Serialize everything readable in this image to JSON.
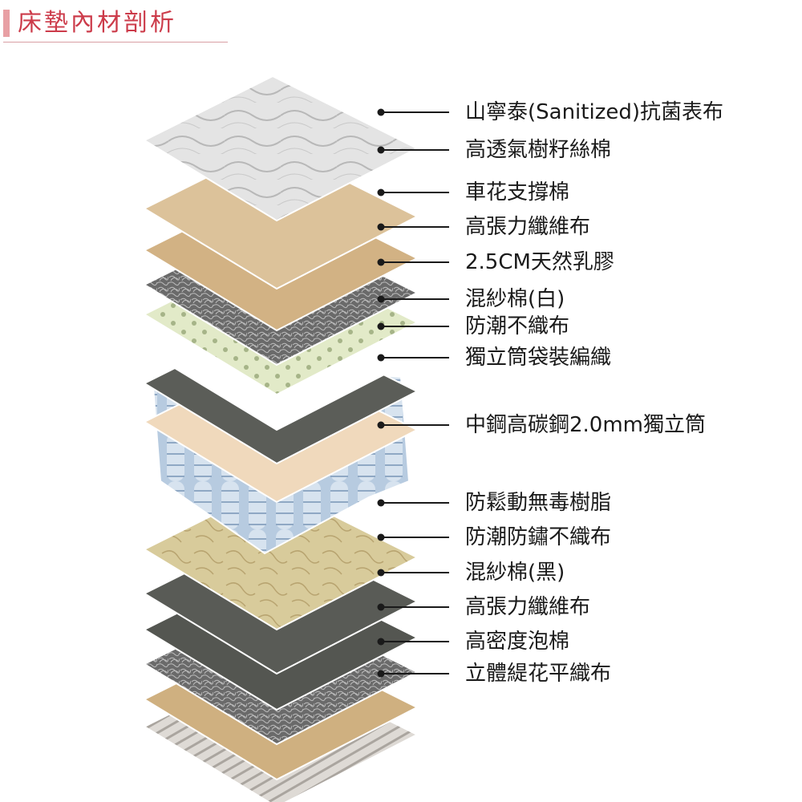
{
  "header": {
    "title": "床墊內材剖析"
  },
  "layers": [
    {
      "label": "山寧泰(Sanitized)抗菌表布",
      "fill": "#dedede",
      "pattern": "quilt"
    },
    {
      "label": "高透氣樹籽絲棉",
      "fill": "#dcc29a",
      "pattern": "none"
    },
    {
      "label": "車花支撐棉",
      "fill": "#d2b284",
      "pattern": "none"
    },
    {
      "label": "高張力纖維布",
      "fill": "#6e6e6e",
      "pattern": "fiber"
    },
    {
      "label": "2.5CM天然乳膠",
      "fill": "#e4eccb",
      "pattern": "dots"
    },
    {
      "label": "混紗棉(白)",
      "fill": "#ffffff",
      "pattern": "none"
    },
    {
      "label": "防潮不織布",
      "fill": "#5b5d58",
      "pattern": "none"
    },
    {
      "label": "獨立筒袋裝編織",
      "fill": "#f0d9bc",
      "pattern": "none"
    },
    {
      "label": "中鋼高碳鋼2.0mm獨立筒",
      "fill": "#b9cde2",
      "pattern": "springs"
    },
    {
      "label": "防鬆動無毒樹脂",
      "fill": "#d9cc9c",
      "pattern": "resin"
    },
    {
      "label": "防潮防鏽不織布",
      "fill": "#595b56",
      "pattern": "none"
    },
    {
      "label": "混紗棉(黑)",
      "fill": "#545651",
      "pattern": "none"
    },
    {
      "label": "高張力纖維布",
      "fill": "#7a7a7a",
      "pattern": "fiber"
    },
    {
      "label": "高密度泡棉",
      "fill": "#cfb080",
      "pattern": "none"
    },
    {
      "label": "立體緹花平織布",
      "fill": "#d4d0cb",
      "pattern": "stripes"
    }
  ]
}
